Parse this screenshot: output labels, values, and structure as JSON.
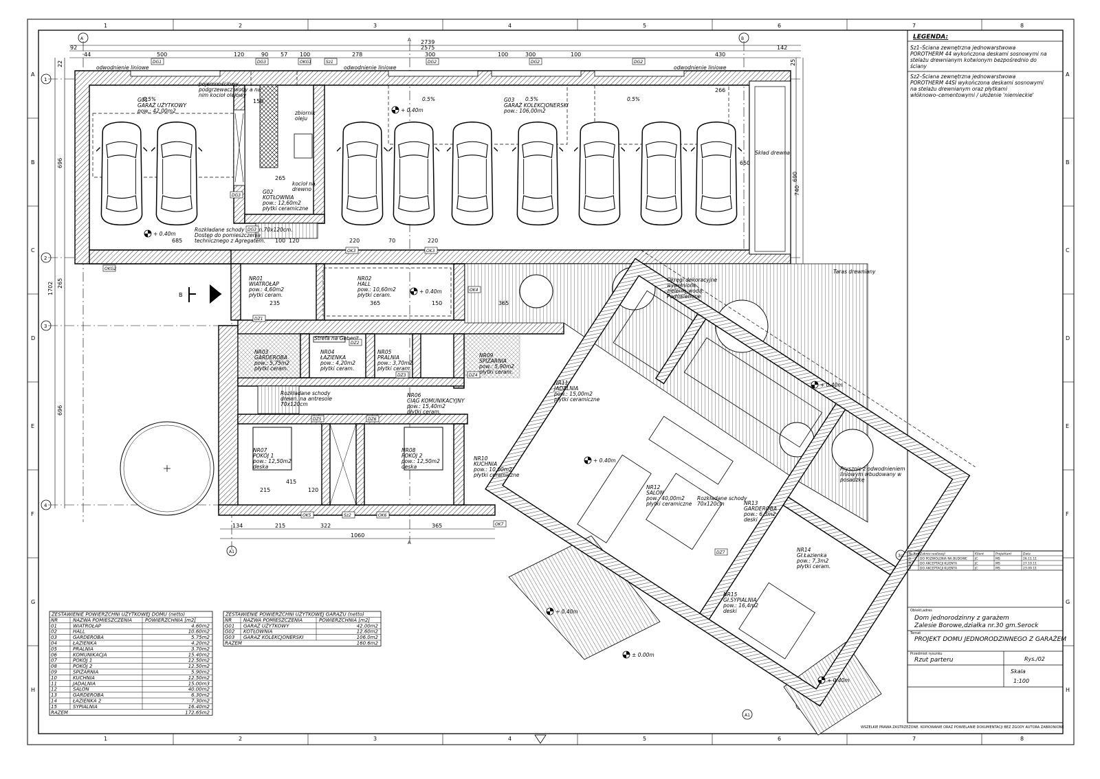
{
  "legend": {
    "title": "LEGENDA:",
    "sz1": "Sz1–Ściana zewnętrzna jednowarstwowa POROTHERM 44 wykończona deskami sosnowymi na stelażu drewnianym kotwionym bezpośrednio do ściany",
    "sz2": "Sz2–Ściana zewnętrzna jednowarstwowa POROTHERM 44SI wykończona deskami sosnowymi na stelażu drewnianym oraz płytkami włóknowo–cementowymi / ułożenie 'niemieckie'"
  },
  "frame": {
    "cols": [
      "1",
      "2",
      "3",
      "4",
      "5",
      "6",
      "7",
      "8"
    ],
    "rows": [
      "A",
      "B",
      "C",
      "D",
      "E",
      "F",
      "G",
      "H"
    ],
    "axes_h": [
      "1",
      "2",
      "3",
      "4"
    ],
    "axes_v": [
      "A",
      "B",
      "A1",
      "A1",
      "3c",
      "3c"
    ],
    "section": "A",
    "section_b": "B",
    "copyright": "WSZELKIE PRAWA ZASTRZEŻONE. KOPIOWANIE ORAZ POWIELANIE DOKUMENTACJI BEZ ZGODY AUTORA ZABRONIONE"
  },
  "rooms": [
    {
      "code": "G01",
      "name": "GARAŻ UŻYTKOWY",
      "area": "pow.: 42,00m2"
    },
    {
      "code": "G02",
      "name": "KOTŁOWNIA",
      "area": "pow.: 12,60m2",
      "finish": "płytki ceramiczne"
    },
    {
      "code": "G03",
      "name": "GARAŻ KOLEKCJONERSKI",
      "area": "pow.: 106,00m2"
    },
    {
      "code": "NR01",
      "name": "WIATROŁAP",
      "area": "pow.: 4,60m2",
      "finish": "płytki ceram."
    },
    {
      "code": "NR02",
      "name": "HALL",
      "area": "pow.: 10,60m2",
      "finish": "płytki ceram."
    },
    {
      "code": "NR03",
      "name": "GARDEROBA",
      "area": "pow.: 5,75m2",
      "finish": "płytki ceram."
    },
    {
      "code": "NR04",
      "name": "ŁAZIENKA",
      "area": "pow.: 4,20m2",
      "finish": "płytki ceram."
    },
    {
      "code": "NR05",
      "name": "PRALNIA",
      "area": "pow.: 3,70m2",
      "finish": "płytki ceram."
    },
    {
      "code": "NR06",
      "name": "CIĄG KOMUNIKACYJNY",
      "area": "pow.: 15,40m2",
      "finish": "płytki ceram."
    },
    {
      "code": "NR07",
      "name": "POKÓJ 1",
      "area": "pow.: 12,50m2",
      "finish": "deska"
    },
    {
      "code": "NR08",
      "name": "POKÓJ 2",
      "area": "pow.: 12,50m2",
      "finish": "deska"
    },
    {
      "code": "NR09",
      "name": "SPIŻARNIA",
      "area": "pow.: 5,90m2",
      "finish": "płytki ceram."
    },
    {
      "code": "NR10",
      "name": "KUCHNIA",
      "area": "pow.: 10,00m2",
      "finish": "płytki ceramiczne"
    },
    {
      "code": "NR11",
      "name": "JADALNIA",
      "area": "pow.: 15,00m2",
      "finish": "płytki ceramiczne"
    },
    {
      "code": "NR12",
      "name": "SALON",
      "area": "pow.: 40,00m2",
      "finish": "płytki ceramiczne"
    },
    {
      "code": "NR13",
      "name": "GARDEROBA",
      "area": "pow.: 6,3m2",
      "finish": "deski"
    },
    {
      "code": "NR14",
      "name": "Gł.Łazienka",
      "area": "pow.: 7,3m2",
      "finish": "płytki ceram."
    },
    {
      "code": "NR15",
      "name": "Gł.SYPIALNIA",
      "area": "pow.: 16,4m2",
      "finish": "deski"
    }
  ],
  "notes": {
    "boiler": "pojemnościowy podgrzewacz wody a na nim kocioł olejowy",
    "tank": "zbiornik oleju",
    "wood_boiler": "kocioł na drewno",
    "stairs1": "Rozkładane schody drewn.70x120cm. Dostęp do pomieszczenia technicznego z Agregatem.",
    "stairs2": "Rozkładane schody drewn. na antresole 70x120cm",
    "stairs3": "Rozkładane schody 70x120cm",
    "geberit": "Strefa na Geberit",
    "woodstore": "Skład drewna",
    "terrace": "Taras drewniany",
    "circles": "Okręgi dekoracyjne wypełnione zielenią,wodą. Podświetlone",
    "shower": "Prysznic z odwodnieniem liniowym wbudowany w posadzkę",
    "drain": "odwodnienie liniowe",
    "slope": "0.5%",
    "lvl_040": "+ 0.40m",
    "lvl_000": "± 0.00m"
  },
  "dims": {
    "top_total": "2739",
    "top_sub": "2575",
    "top_left": "92",
    "top_right": "142",
    "top_row": [
      "44",
      "500",
      "120",
      "90",
      "57",
      "100",
      "278",
      "300",
      "100",
      "300",
      "100",
      "430"
    ],
    "left_col": [
      "22",
      "696",
      "1702",
      "265",
      "696"
    ],
    "right_col": [
      "25",
      "690",
      "740"
    ],
    "bottom_row": [
      "134",
      "215",
      "322",
      "365"
    ],
    "bottom_total": "1060",
    "inner": [
      "685",
      "120",
      "100",
      "220",
      "70",
      "220",
      "235",
      "365",
      "150",
      "215",
      "120",
      "415",
      "265",
      "150",
      "365",
      "266",
      "650"
    ]
  },
  "revisions": {
    "headers": [
      "Nr Rew.",
      "Zakres realizacji",
      "Klient",
      "Projektant",
      "Data"
    ],
    "rows": [
      [
        "0",
        "DO POZWOLENIA NA BUDOWE",
        "JC",
        "MS",
        "26.11.11"
      ],
      [
        "B",
        "DO AKCEPTACJI KLIENTA",
        "JC",
        "MS",
        "27.10.11"
      ],
      [
        "A",
        "DO AKCEPTACJI KLIENTA",
        "JC",
        "MS",
        "23.09.11"
      ]
    ]
  },
  "title_block": {
    "object_label": "Obiekt,adres",
    "object": "Dom jednorodzinny z garażem",
    "address": "Zalesie Borowe,działka nr.30 gm.Serock",
    "topic_label": "Temat",
    "project": "PROJEKT DOMU JEDNORODZINNEGO Z GARAŻEM",
    "drawing_label": "Przedmiot rysunku",
    "drawing": "Rzut parteru",
    "sheet": "Rys./02",
    "scale_label": "Skala",
    "scale": "1:100"
  },
  "table_home": {
    "title": "ZESTAWIENIE POWIERZCHNI UŻYTKOWEJ DOMU (netto)",
    "headers": [
      "NR",
      "NAZWA POMIESZCZENIA",
      "POWIERZCHNIA [m2]"
    ],
    "rows": [
      [
        "01",
        "WIATROŁAP",
        "4.60m2"
      ],
      [
        "02",
        "HALL",
        "10.60m2"
      ],
      [
        "03",
        "GARDEROBA",
        "5.75m2"
      ],
      [
        "04",
        "ŁAZIENKA",
        "4.20m2"
      ],
      [
        "05",
        "PRALNIA",
        "3.70m2"
      ],
      [
        "06",
        "KOMUNIKACJA",
        "15.40m2"
      ],
      [
        "07",
        "POKÓJ 1",
        "12.50m2"
      ],
      [
        "08",
        "POKÓJ 2",
        "12.50m2"
      ],
      [
        "09",
        "SPIŻARNIA",
        "5.90m2"
      ],
      [
        "10",
        "KUCHNIA",
        "12.50m2"
      ],
      [
        "11",
        "JADALNIA",
        "15.00m3"
      ],
      [
        "12",
        "SALON",
        "40.00m2"
      ],
      [
        "13",
        "GARDEROBA",
        "6.30m2"
      ],
      [
        "14",
        "ŁAZIENKA 2",
        "7.30m2"
      ],
      [
        "15",
        "SYPIALNIA",
        "16.40m2"
      ]
    ],
    "total_label": "RAZEM",
    "total": "172.65m2"
  },
  "table_garage": {
    "title": "ZESTAWIENIE POWIERZCHNI UŻYTKOWEJ GARAŻU (netto)",
    "headers": [
      "NR",
      "NAZWA POMIESZCZENIA",
      "POWIERZCHNIA [m2]"
    ],
    "rows": [
      [
        "G01",
        "GARAŻ UŻYTKOWY",
        "42.00m2"
      ],
      [
        "G02",
        "KOTŁOWNIA",
        "12.60m2"
      ],
      [
        "G03",
        "GARAŻ KOLEKCJONERSKI",
        "106.0m2"
      ]
    ],
    "total_label": "RAZEM",
    "total": "160.6m2"
  },
  "tags": [
    "DG1",
    "DG2",
    "DG2",
    "DG2",
    "DG3",
    "DG3",
    "DG3",
    "OKG1",
    "Sz1",
    "OKG2",
    "OK3",
    "OK3",
    "OK4",
    "DZ1",
    "DZ2",
    "DZ3",
    "DZ4",
    "DZ5",
    "DZ6",
    "DZ7",
    "OK5",
    "OK6",
    "OK7",
    "Sz2"
  ]
}
